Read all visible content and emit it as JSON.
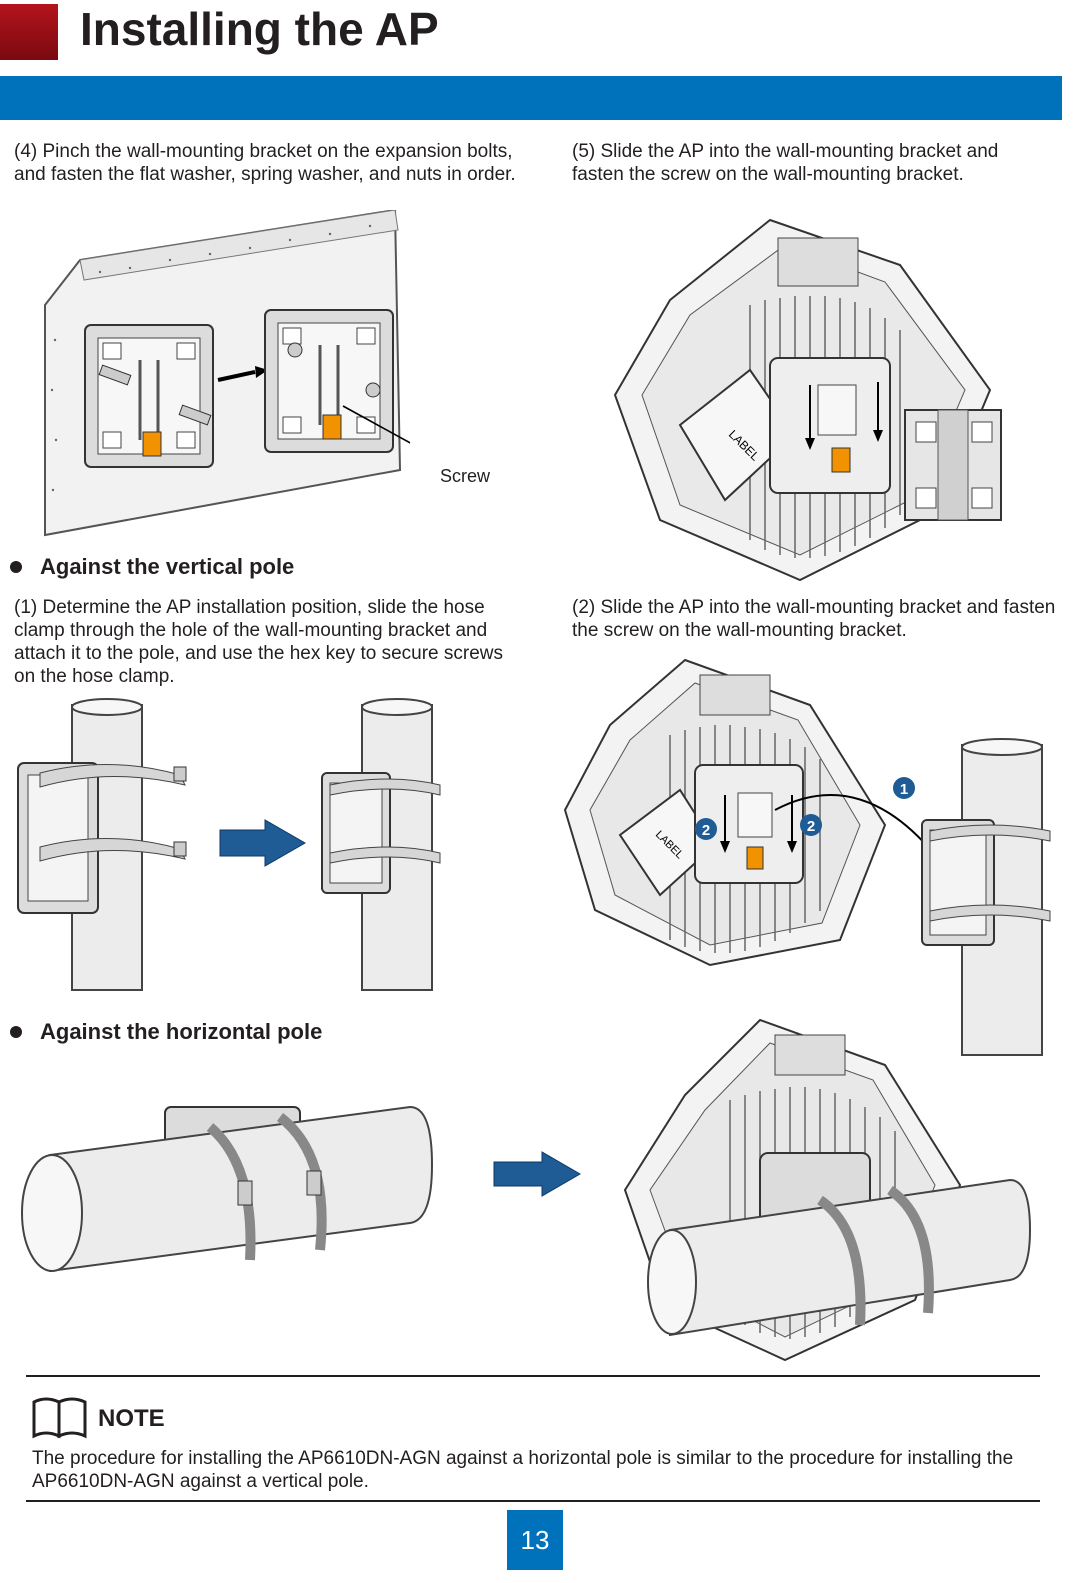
{
  "header": {
    "title": "Installing the AP"
  },
  "wall": {
    "step4": "(4) Pinch the wall-mounting bracket  on the expansion bolts, and  fasten the flat washer, spring washer, and nuts in order.",
    "step5": "(5) Slide the AP into the wall-mounting bracket and fasten the screw on the wall-mounting bracket.",
    "screw_label": "Screw",
    "label_text": "LABEL"
  },
  "vertical_pole": {
    "heading": "Against the vertical pole",
    "step1": "(1) Determine the AP installation position, slide the hose clamp through the hole of the wall-mounting bracket and attach it to the pole, and use the hex key to secure screws on the hose clamp.",
    "step2": "(2) Slide the AP into the wall-mounting bracket and fasten the screw on the wall-mounting bracket.",
    "marker_1": "1",
    "marker_2": "2"
  },
  "horizontal_pole": {
    "heading": "Against the horizontal pole"
  },
  "note": {
    "label": "NOTE",
    "text": " The procedure for installing the AP6610DN-AGN against a horizontal pole is similar to the procedure for installing the AP6610DN-AGN against a vertical pole."
  },
  "footer": {
    "page_number": "13"
  },
  "colors": {
    "brand_blue": "#0072bc",
    "title_red": "#a3141b",
    "warning_orange": "#f39200"
  }
}
